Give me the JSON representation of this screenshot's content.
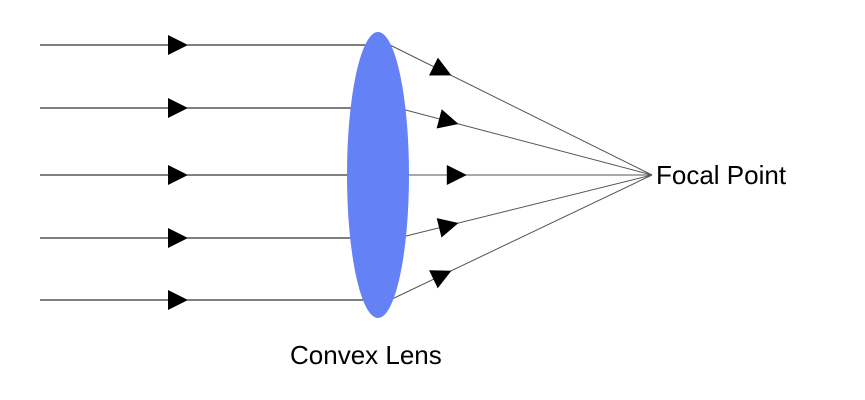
{
  "diagram": {
    "type": "convex-lens-ray-diagram",
    "lens_label": "Convex Lens",
    "focal_label": "Focal Point",
    "ray_count": 5,
    "colors": {
      "lens": "#6482f5",
      "rays": "#000000",
      "converging_rays": "#555555",
      "arrows": "#000000",
      "background": "#ffffff"
    },
    "icons": {
      "ray_direction": "triangle-arrow-icon"
    }
  }
}
